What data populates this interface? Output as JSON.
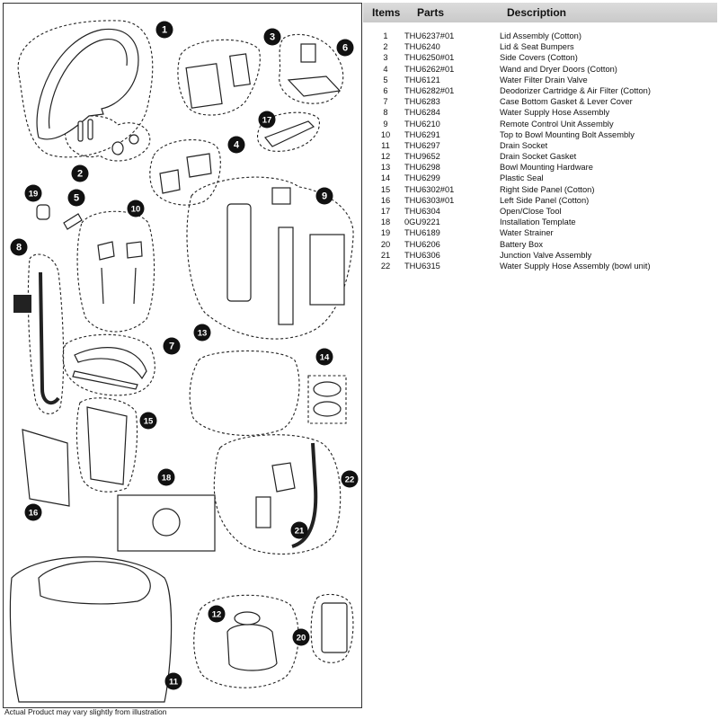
{
  "table": {
    "headers": {
      "items": "Items",
      "parts": "Parts",
      "description": "Description"
    },
    "rows": [
      {
        "item": "1",
        "part": "THU6237#01",
        "desc": "Lid Assembly (Cotton)"
      },
      {
        "item": "2",
        "part": "THU6240",
        "desc": "Lid & Seat Bumpers"
      },
      {
        "item": "3",
        "part": "THU6250#01",
        "desc": "Side Covers (Cotton)"
      },
      {
        "item": "4",
        "part": "THU6262#01",
        "desc": "Wand and Dryer Doors (Cotton)"
      },
      {
        "item": "5",
        "part": "THU6121",
        "desc": "Water Filter Drain Valve"
      },
      {
        "item": "6",
        "part": "THU6282#01",
        "desc": "Deodorizer Cartridge & Air Filter (Cotton)"
      },
      {
        "item": "7",
        "part": "THU6283",
        "desc": "Case Bottom Gasket & Lever Cover"
      },
      {
        "item": "8",
        "part": "THU6284",
        "desc": "Water Supply Hose Assembly"
      },
      {
        "item": "9",
        "part": "THU6210",
        "desc": "Remote Control Unit Assembly"
      },
      {
        "item": "10",
        "part": "THU6291",
        "desc": "Top to Bowl Mounting Bolt Assembly"
      },
      {
        "item": "11",
        "part": "THU6297",
        "desc": "Drain Socket"
      },
      {
        "item": "12",
        "part": "THU9652",
        "desc": "Drain Socket Gasket"
      },
      {
        "item": "13",
        "part": "THU6298",
        "desc": "Bowl Mounting Hardware"
      },
      {
        "item": "14",
        "part": "THU6299",
        "desc": "Plastic Seal"
      },
      {
        "item": "15",
        "part": "THU6302#01",
        "desc": "Right Side Panel (Cotton)"
      },
      {
        "item": "16",
        "part": "THU6303#01",
        "desc": "Left Side Panel (Cotton)"
      },
      {
        "item": "17",
        "part": "THU6304",
        "desc": "Open/Close Tool"
      },
      {
        "item": "18",
        "part": "0GU9221",
        "desc": "Installation Template"
      },
      {
        "item": "19",
        "part": "THU6189",
        "desc": "Water Strainer"
      },
      {
        "item": "20",
        "part": "THU6206",
        "desc": "Battery Box"
      },
      {
        "item": "21",
        "part": "THU6306",
        "desc": "Junction Valve Assembly"
      },
      {
        "item": "22",
        "part": "THU6315",
        "desc": "Water Supply Hose Assembly (bowl unit)"
      }
    ]
  },
  "callouts": [
    "1",
    "2",
    "3",
    "4",
    "5",
    "6",
    "7",
    "8",
    "9",
    "10",
    "11",
    "12",
    "13",
    "14",
    "15",
    "16",
    "17",
    "18",
    "19",
    "20",
    "21",
    "22"
  ],
  "footer_note": "Actual Product may vary slightly from illustration",
  "colors": {
    "ink": "#111111",
    "header_bg": "#cfcfcf",
    "callout_bg": "#111111",
    "callout_text": "#ffffff"
  }
}
